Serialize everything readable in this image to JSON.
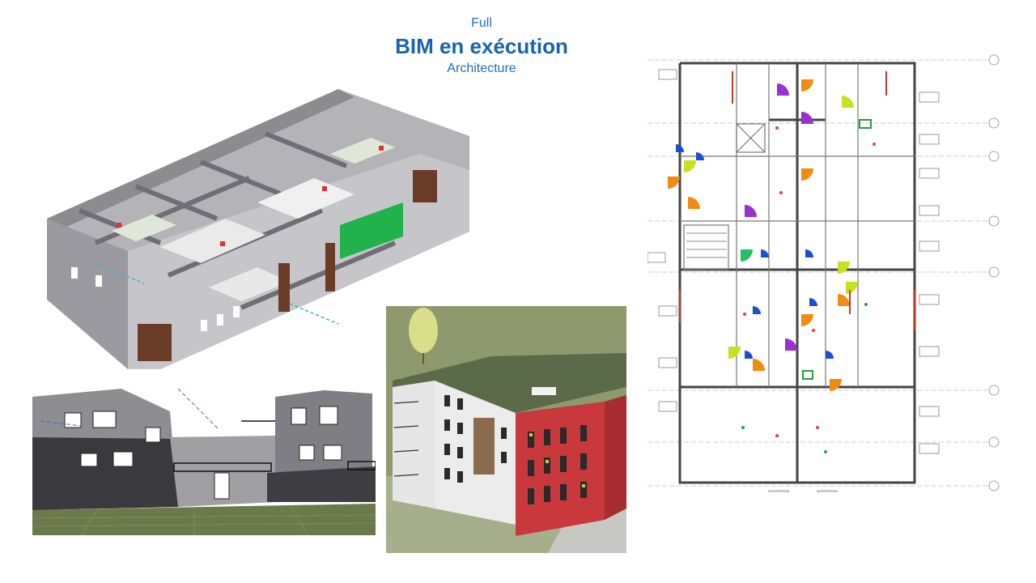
{
  "slide": {
    "subtitle_top": "Full",
    "title": "BIM en exécution",
    "subtitle_bottom": "Architecture",
    "colors": {
      "title": "#1863b0",
      "accent_green": "#22b24c",
      "facade_red": "#c8383c"
    }
  }
}
